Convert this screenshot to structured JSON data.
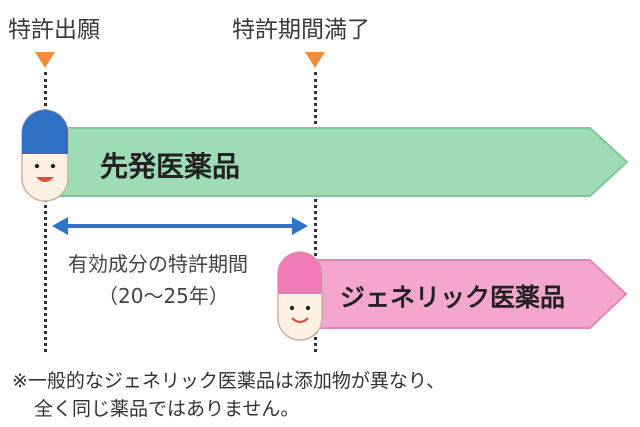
{
  "labels": {
    "patent_filing": "特許出願",
    "patent_expiry": "特許期間満了",
    "brand_drug": "先発医薬品",
    "generic_drug": "ジェネリック医薬品",
    "duration_line1": "有効成分の特許期間",
    "duration_line2": "（20〜25年）"
  },
  "note": {
    "line1": "※一般的なジェネリック医薬品は添加物が異なり、",
    "line2": "全く同じ薬品ではありません。"
  },
  "colors": {
    "marker": "#f08c3c",
    "brand_arrow": "#9edcb6",
    "generic_arrow": "#f5a6cf",
    "duration_arrow": "#2e74c8",
    "brand_capsule_top": "#2f6fc4",
    "generic_capsule_top": "#f07bb6"
  }
}
